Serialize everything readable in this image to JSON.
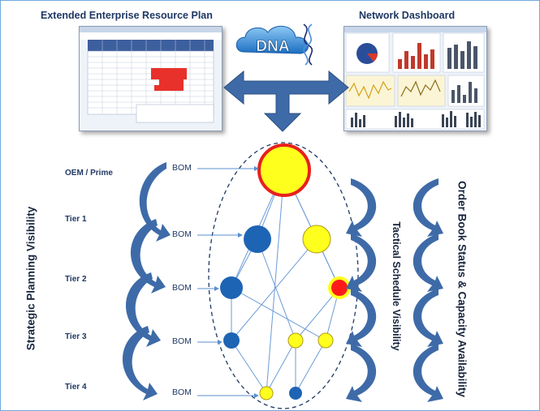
{
  "titles": {
    "erp": "Extended Enterprise Resource Plan",
    "dashboard": "Network Dashboard"
  },
  "logo": {
    "text": "DNA"
  },
  "tiers": [
    "OEM / Prime",
    "Tier 1",
    "Tier 2",
    "Tier 3",
    "Tier 4"
  ],
  "bom_label": "BOM",
  "side_labels": {
    "strategic": "Strategic Planning Visibility",
    "tactical": "Tactical Schedule Visibility",
    "orderbook": "Order Book Status & Capacity Availability"
  },
  "colors": {
    "node_blue": "#1e64b4",
    "node_yellow": "#ffff1e",
    "node_red": "#ff1a1a",
    "arrow_blue": "#3e6ba8"
  }
}
